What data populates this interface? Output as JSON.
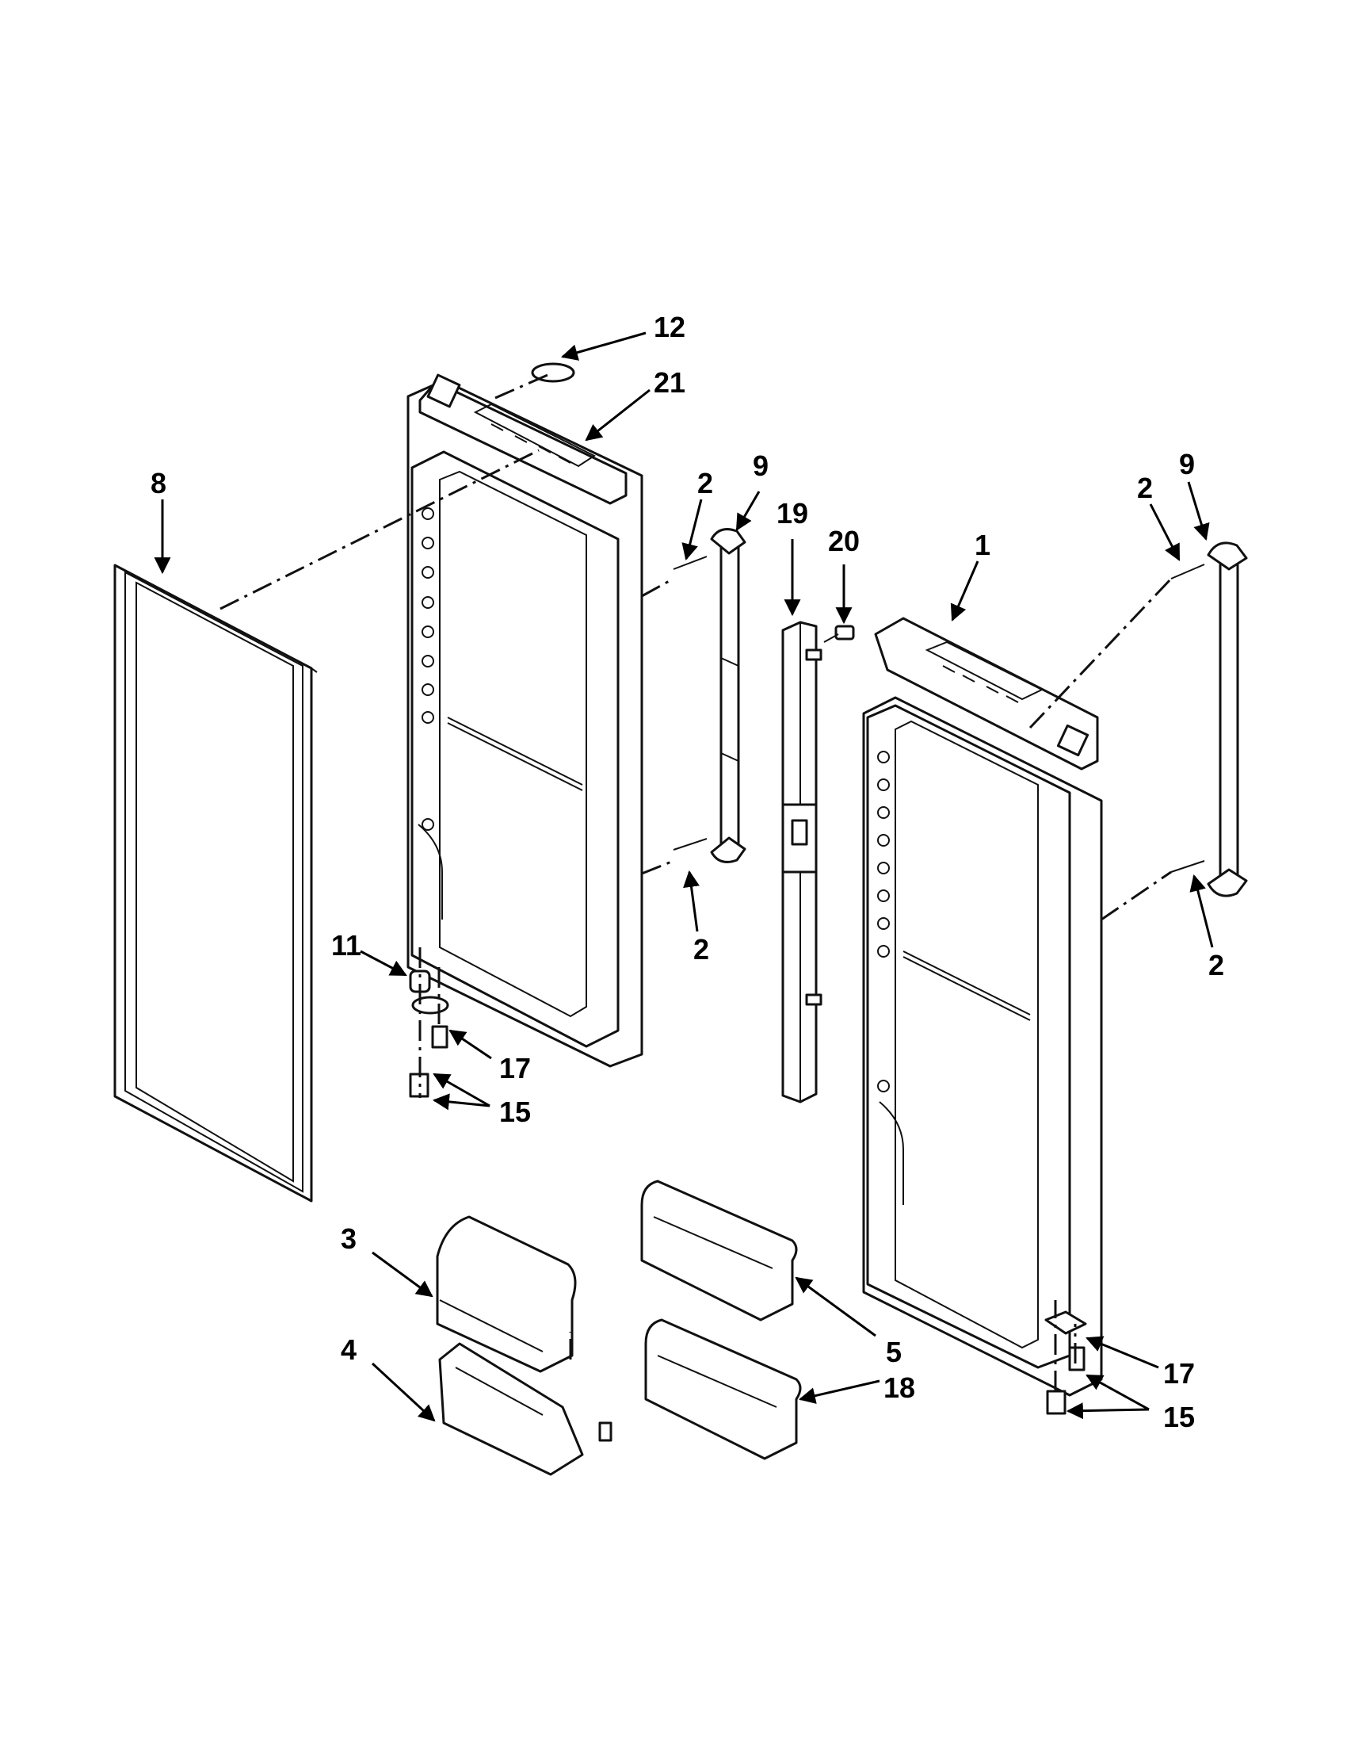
{
  "diagram": {
    "callouts": [
      "12",
      "21",
      "8",
      "2",
      "9",
      "19",
      "20",
      "1",
      "9",
      "2",
      "2",
      "2",
      "11",
      "17",
      "15",
      "3",
      "4",
      "5",
      "18",
      "17",
      "15"
    ]
  },
  "colors": {
    "line": "#111111",
    "background": "#ffffff"
  }
}
